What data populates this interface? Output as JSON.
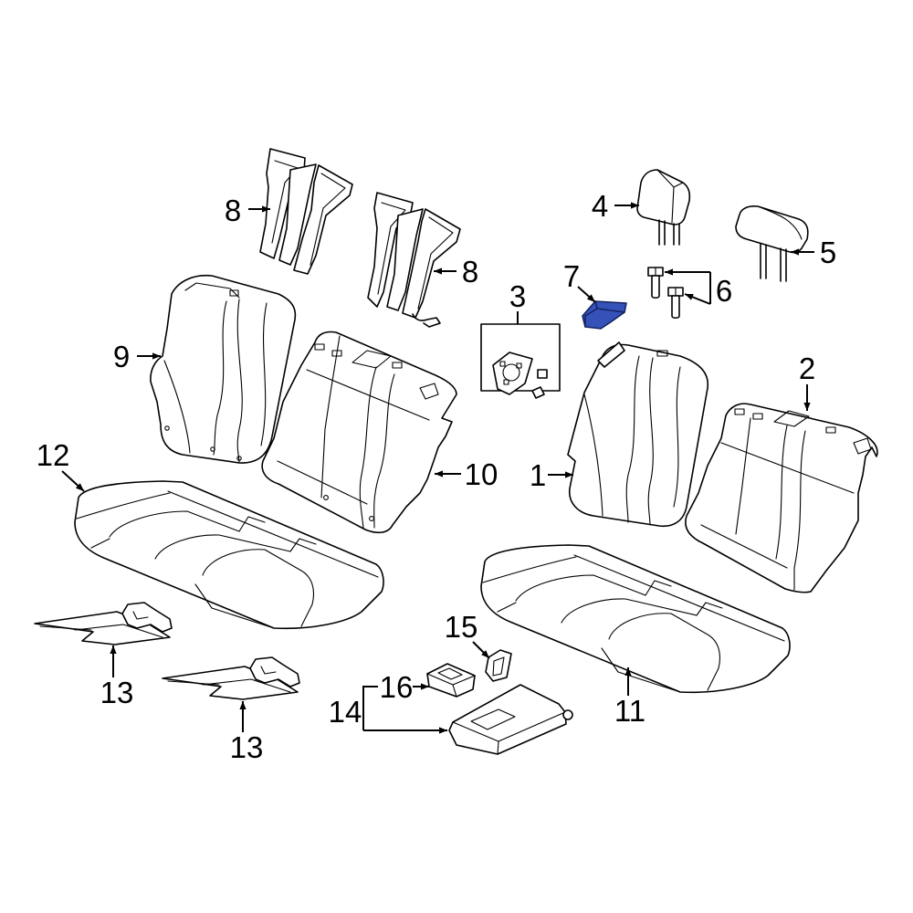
{
  "callouts": [
    {
      "label": "8"
    },
    {
      "label": "8"
    },
    {
      "label": "4"
    },
    {
      "label": "5"
    },
    {
      "label": "7"
    },
    {
      "label": "3"
    },
    {
      "label": "6"
    },
    {
      "label": "9"
    },
    {
      "label": "2"
    },
    {
      "label": "12"
    },
    {
      "label": "10"
    },
    {
      "label": "1"
    },
    {
      "label": "15"
    },
    {
      "label": "16"
    },
    {
      "label": "14"
    },
    {
      "label": "11"
    },
    {
      "label": "13"
    },
    {
      "label": "13"
    }
  ],
  "colors": {
    "line": "#000000",
    "highlight": "#3552b8",
    "highlight_edge": "#14245f",
    "background": "#ffffff"
  }
}
